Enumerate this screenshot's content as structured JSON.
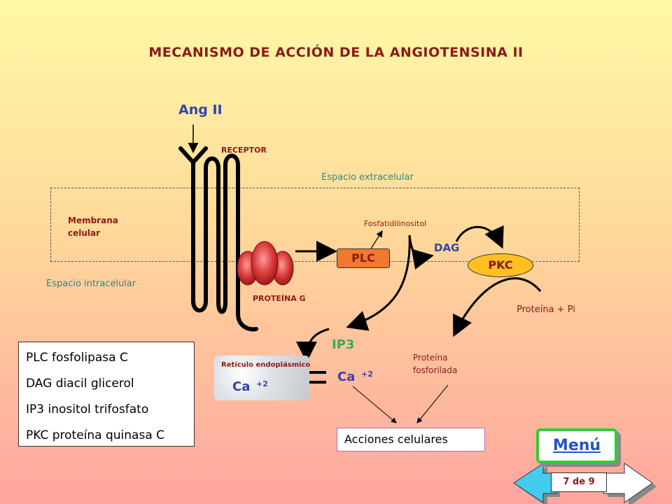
{
  "title": "MECANISMO DE ACCIÓN DE LA ANGIOTENSINA II",
  "ang_ii": "Ang II",
  "receptor": "RECEPTOR",
  "espacio_extracelular": "Espacio extracelular",
  "membrana_line1": "Membrana",
  "membrana_line2": "celular",
  "fosfatidilinositol": "Fosfatidilinositol",
  "dag": "DAG",
  "plc": "PLC",
  "pkc": "PKC",
  "espacio_intracelular": "Espacio intracelular",
  "proteina_g": "PROTEÍNA  G",
  "proteina_pi": "Proteína + Pi",
  "ip3": "IP3",
  "reticulo": "Retículo endoplásmico",
  "ca": "Ca",
  "ca_charge": "+2",
  "proteina_fosforilada_line1": "Proteína",
  "proteina_fosforilada_line2": "fosforilada",
  "acciones": "Acciones celulares",
  "legend": [
    "PLC fosfolipasa C",
    "DAG diacil glicerol",
    "IP3 inositol trifosfato",
    "PKC proteína quinasa C"
  ],
  "menu": "Menú",
  "pager": "7 de 9",
  "colors": {
    "title": "#8b1a1a",
    "plc_fill": "#f07830",
    "pkc_fill": "#ffc020",
    "menu_border": "#33cc33",
    "nav_arrow": "#44ccee"
  }
}
